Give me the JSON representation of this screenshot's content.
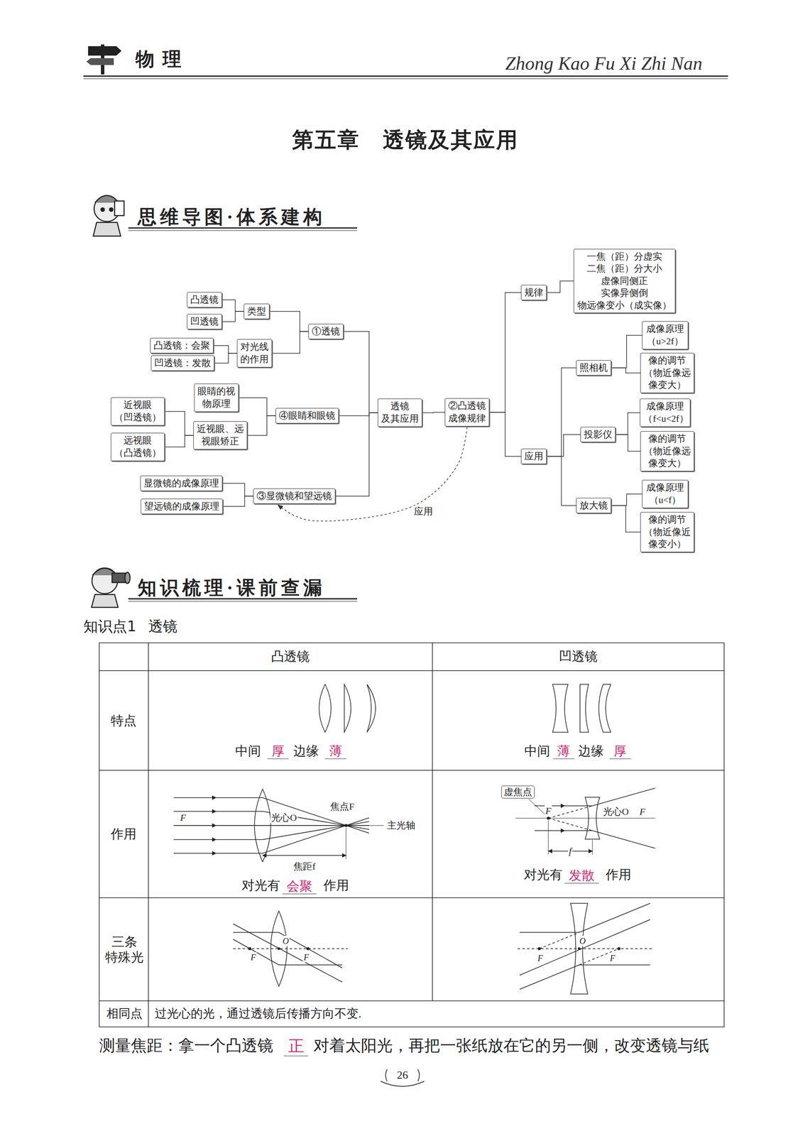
{
  "diagram": {
    "title": "第五章　透镜及其应用",
    "nodes": [
      {
        "text": [
          "凸透镜"
        ]
      },
      {
        "text": [
          "凹透镜"
        ]
      },
      {
        "text": [
          "类型"
        ]
      },
      {
        "text": [
          "凸透镜：会聚"
        ]
      },
      {
        "text": [
          "凹透镜：发散"
        ]
      },
      {
        "text": [
          "对光线 的作用"
        ]
      },
      {
        "text": [
          "①透镜"
        ]
      },
      {
        "text": [
          "眼睛的视 物原理"
        ]
      },
      {
        "text": [
          "近视眼 （凹透镜）"
        ]
      },
      {
        "text": [
          "远视眼 （凸透镜）"
        ]
      },
      {
        "text": [
          "近视眼、远 视眼矫正"
        ]
      },
      {
        "text": [
          "④眼睛和眼镜"
        ]
      },
      {
        "text": [
          "显微镜的成像原理"
        ]
      },
      {
        "text": [
          "望远镜的成像原理"
        ]
      },
      {
        "text": [
          "③显微镜和望远镜"
        ]
      },
      {
        "text": [
          "透镜 及其应用"
        ]
      },
      {
        "text": [
          "②凸透镜 成像规律"
        ]
      },
      {
        "text": [
          "规律"
        ]
      },
      {
        "text": [
          "一焦（距）分虚实 二焦（距）分大小 虚像同侧正 实像异侧倒 物远像变小（成实像）"
        ]
      },
      {
        "text": [
          "应用"
        ]
      },
      {
        "text": [
          "照相机"
        ]
      },
      {
        "text": [
          "成像原理 （u>2f）"
        ]
      },
      {
        "text": [
          "像的调节 （物近像远 像变大）"
        ]
      },
      {
        "text": [
          "投影仪"
        ]
      },
      {
        "text": [
          "成像原理 （f<u<2f）"
        ]
      },
      {
        "text": [
          "像的调节 （物近像远 像变大）"
        ]
      },
      {
        "text": [
          "放大镜"
        ]
      },
      {
        "text": [
          "成像原理 （u<f）"
        ]
      },
      {
        "text": [
          "像的调节 （物近像近 像变小）"
        ]
      }
    ],
    "edges": [
      {
        "from": 0,
        "to": 2,
        "arrow": "none"
      },
      {
        "from": 1,
        "to": 2,
        "arrow": "none"
      },
      {
        "from": 3,
        "to": 5,
        "arrow": "none"
      },
      {
        "from": 4,
        "to": 5,
        "arrow": "none"
      },
      {
        "from": 2,
        "to": 6,
        "arrow": "none"
      },
      {
        "from": 5,
        "to": 6,
        "arrow": "none"
      },
      {
        "from": 6,
        "to": 15,
        "arrow": "none"
      },
      {
        "from": 8,
        "to": 10,
        "arrow": "none"
      },
      {
        "from": 9,
        "to": 10,
        "arrow": "none"
      },
      {
        "from": 7,
        "to": 11,
        "arrow": "none"
      },
      {
        "from": 10,
        "to": 11,
        "arrow": "none"
      },
      {
        "from": 11,
        "to": 15,
        "arrow": "none"
      },
      {
        "from": 12,
        "to": 14,
        "arrow": "none"
      },
      {
        "from": 13,
        "to": 14,
        "arrow": "none"
      },
      {
        "from": 14,
        "to": 15,
        "arrow": "none"
      },
      {
        "from": 15,
        "to": 16,
        "arrow": "none"
      },
      {
        "from": 16,
        "to": 17,
        "arrow": "none"
      },
      {
        "from": 16,
        "to": 19,
        "arrow": "none"
      },
      {
        "from": 17,
        "to": 18,
        "arrow": "none"
      },
      {
        "from": 19,
        "to": 20,
        "arrow": "none"
      },
      {
        "from": 19,
        "to": 23,
        "arrow": "none"
      },
      {
        "from": 19,
        "to": 26,
        "arrow": "none"
      },
      {
        "from": 20,
        "to": 21,
        "arrow": "none"
      },
      {
        "from": 20,
        "to": 22,
        "arrow": "none"
      },
      {
        "from": 23,
        "to": 24,
        "arrow": "none"
      },
      {
        "from": 23,
        "to": 25,
        "arrow": "none"
      },
      {
        "from": 26,
        "to": 27,
        "arrow": "none"
      },
      {
        "from": 26,
        "to": 28,
        "arrow": "none"
      },
      {
        "from": 16,
        "to": 14,
        "arrow": "to",
        "label": "应用"
      }
    ],
    "labels": [
      "物 理",
      "Zhong Kao Fu Xi Zhi Nan",
      "思维导图·体系建构",
      "知识梳理·课前查漏",
      "知识点1 透镜",
      "凸透镜",
      "凹透镜",
      "特点",
      "中间",
      "厚",
      "边缘",
      "薄",
      "中间",
      "薄",
      "边缘",
      "厚",
      "作用",
      "F",
      "光心O",
      "焦点F",
      "主光轴",
      "焦距f",
      "对光有",
      "会聚",
      "作用",
      "虚焦点",
      "F",
      "光心O",
      "F",
      "f",
      "对光有",
      "发散",
      "作用",
      "三条 特殊光",
      "O",
      "F",
      "F",
      "O",
      "F",
      "F",
      "相同点",
      "过光心的光，通过透镜后传播方向不变.",
      "测量焦距：拿一个凸透镜",
      "正",
      "对着太阳光，再把一张纸放在它的另一侧，改变透镜与纸",
      "26"
    ]
  }
}
